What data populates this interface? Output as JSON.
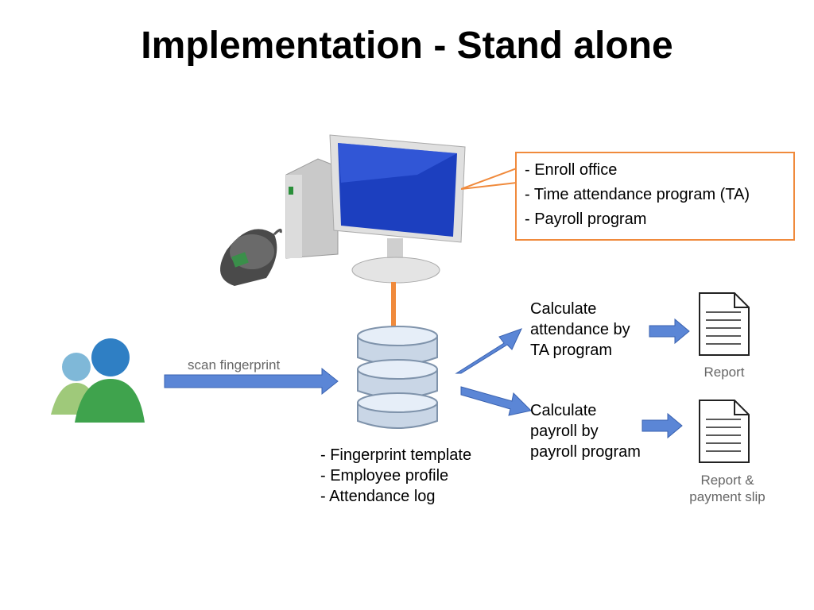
{
  "title": "Implementation - Stand alone",
  "callout": {
    "items": [
      "- Enroll office",
      "- Time attendance program (TA)",
      "- Payroll program"
    ]
  },
  "scan_label": "scan fingerprint",
  "database": {
    "items": [
      "- Fingerprint template",
      "- Employee profile",
      "- Attendance log"
    ]
  },
  "calc_attendance": [
    "Calculate",
    "attendance by",
    "TA program"
  ],
  "calc_payroll": [
    "Calculate",
    "payroll by",
    "payroll program"
  ],
  "report1": "Report",
  "report2": [
    "Report &",
    "payment slip"
  ],
  "colors": {
    "accent": "#f08a3c",
    "arrow": "#5b86d6",
    "monitor_screen": "#1c3fbf"
  }
}
